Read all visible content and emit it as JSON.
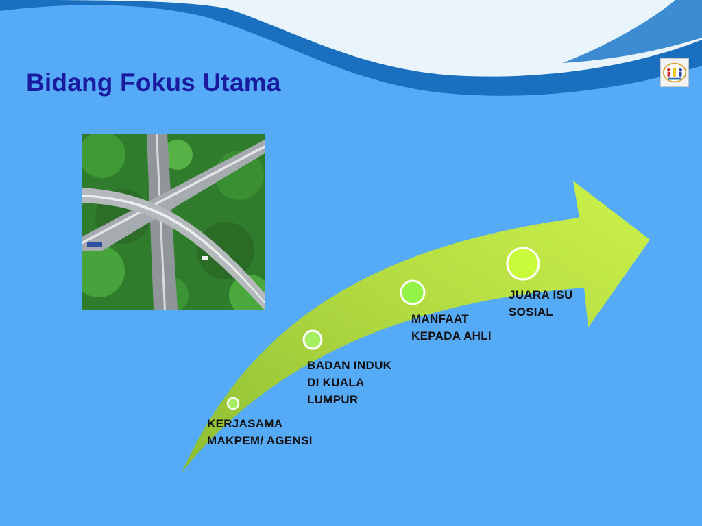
{
  "slide": {
    "title": "Bidang Fokus Utama"
  },
  "colors": {
    "background": "#55abf7",
    "wave_light": "#e9f4fd",
    "wave_dark": "#1a6fbf",
    "title": "#1a1aa0",
    "arrow_light": "#ccf24a",
    "arrow_dark": "#8dbd33",
    "text": "#101010"
  },
  "icons": {
    "logo": "organization-logo-icon",
    "photo": "highway-interchange-photo"
  },
  "steps": [
    {
      "lines": [
        "KERJASAMA",
        "MAKPEM/ AGENSI"
      ],
      "marker_color": "#a6ef63"
    },
    {
      "lines": [
        "BADAN INDUK",
        "DI KUALA",
        "LUMPUR"
      ],
      "marker_color": "#a6ef63"
    },
    {
      "lines": [
        "MANFAAT",
        "KEPADA AHLI"
      ],
      "marker_color": "#93f348"
    },
    {
      "lines": [
        "JUARA ISU",
        "SOSIAL"
      ],
      "marker_color": "#c9fb3b"
    }
  ]
}
